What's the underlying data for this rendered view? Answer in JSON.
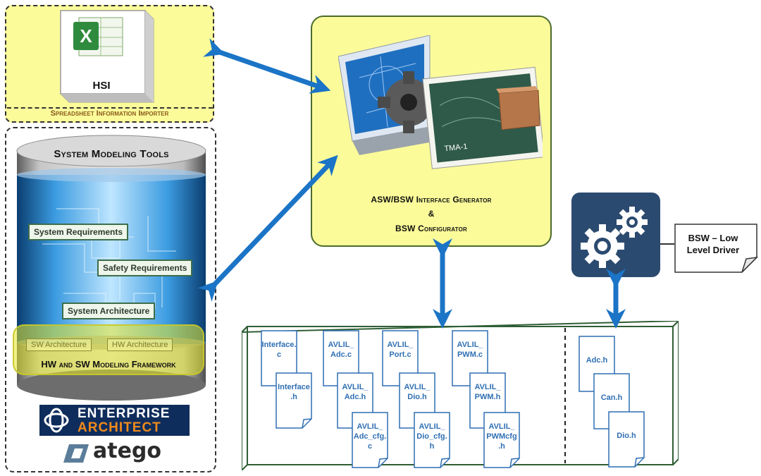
{
  "importer": {
    "file_label": "HSI",
    "caption": "Spreadsheet Information Importer"
  },
  "modeling": {
    "title": "System Modeling Tools",
    "requirements": [
      "System Requirements",
      "Safety Requirements",
      "System Architecture"
    ],
    "sw_architecture": "SW Architecture",
    "hw_architecture": "HW Architecture",
    "framework": "HW and SW Modeling Framework",
    "logo_enterprise_line1": "ENTERPRISE",
    "logo_enterprise_line2": "ARCHITECT",
    "logo_atego": "atego"
  },
  "generator": {
    "line1": "ASW/BSW Interface Generator",
    "line2": "&",
    "line3": "BSW Configurator",
    "tma_label": "TMA-1"
  },
  "driver": {
    "label": "BSW – Low Level Driver"
  },
  "files_left": [
    {
      "name": "Interface.\nc"
    },
    {
      "name": "Interface\n.h"
    },
    {
      "name": "AVLIL_\nAdc.c"
    },
    {
      "name": "AVLIL_\nAdc.h"
    },
    {
      "name": "AVLIL_\nAdc_cfg.\nc"
    },
    {
      "name": "AVLIL_\nPort.c"
    },
    {
      "name": "AVLIL_\nDio.h"
    },
    {
      "name": "AVLIL_\nDio_cfg.\nh"
    },
    {
      "name": "AVLIL_\nPWM.c"
    },
    {
      "name": "AVLIL_\nPWM.h"
    },
    {
      "name": "AVLIL_\nPWMcfg\n.h"
    }
  ],
  "files_right": [
    {
      "name": "Adc.h"
    },
    {
      "name": "Can.h"
    },
    {
      "name": "Dio.h"
    }
  ],
  "colors": {
    "yellow_fill": "#fbfb9a",
    "arrow_blue": "#1b74c6",
    "dark_green": "#3b6e3b",
    "gear_tile": "#2b4a6f"
  }
}
